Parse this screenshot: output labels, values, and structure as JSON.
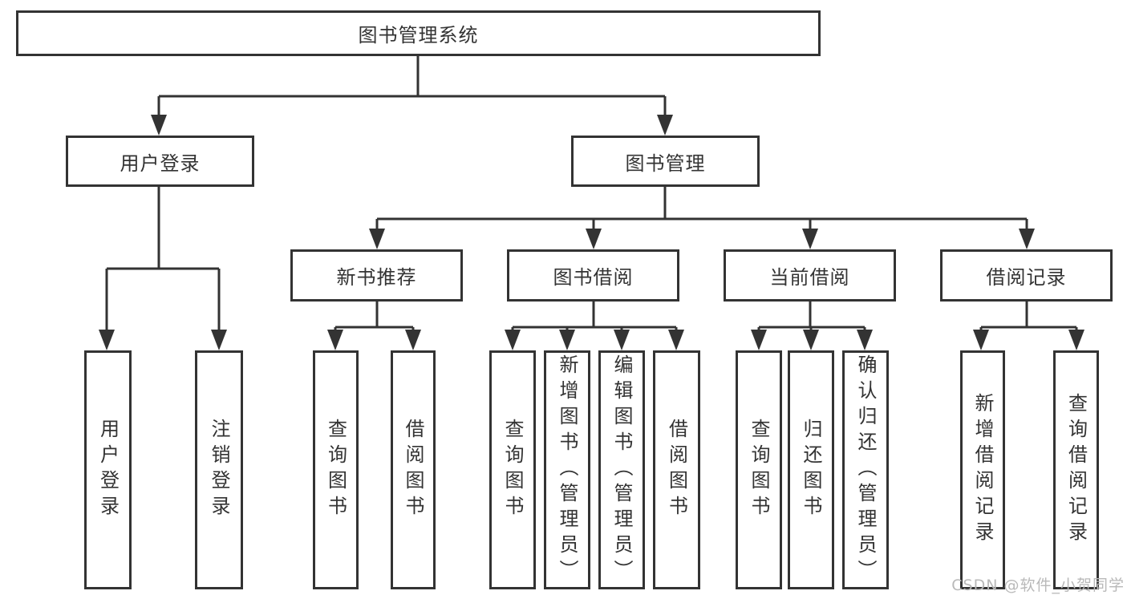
{
  "diagram": {
    "colors": {
      "line": "#333333",
      "text": "#333333",
      "box_background": "#ffffff",
      "watermark": "#b9b9b9"
    },
    "tree": {
      "root": {
        "label": "图书管理系统",
        "children": [
          {
            "label": "用户登录",
            "children": [
              {
                "label": "用户登录"
              },
              {
                "label": "注销登录"
              }
            ]
          },
          {
            "label": "图书管理",
            "children": [
              {
                "label": "新书推荐",
                "children": [
                  {
                    "label": "查询图书"
                  },
                  {
                    "label": "借阅图书"
                  }
                ]
              },
              {
                "label": "图书借阅",
                "children": [
                  {
                    "label": "查询图书"
                  },
                  {
                    "label": "新增图书（管理员）"
                  },
                  {
                    "label": "编辑图书（管理员）"
                  },
                  {
                    "label": "借阅图书"
                  }
                ]
              },
              {
                "label": "当前借阅",
                "children": [
                  {
                    "label": "查询图书"
                  },
                  {
                    "label": "归还图书"
                  },
                  {
                    "label": "确认归还（管理员）"
                  }
                ]
              },
              {
                "label": "借阅记录",
                "children": [
                  {
                    "label": "新增借阅记录"
                  },
                  {
                    "label": "查询借阅记录"
                  }
                ]
              }
            ]
          }
        ]
      }
    },
    "watermark": {
      "text": "CSDN @软件_小贺同学"
    }
  }
}
